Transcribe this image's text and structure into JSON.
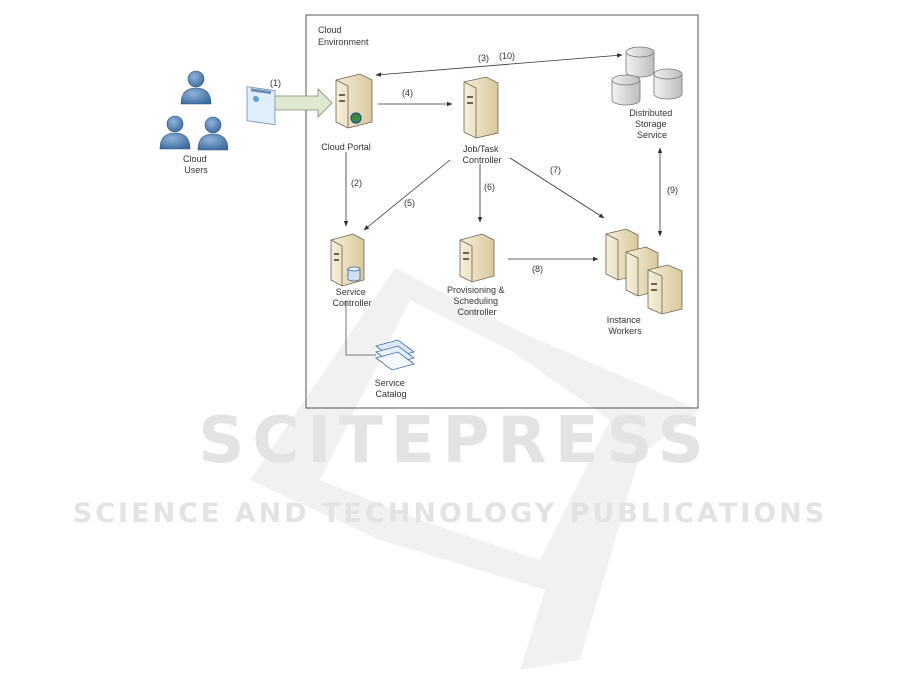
{
  "environment_title": [
    "Cloud",
    "Environment"
  ],
  "nodes": {
    "cloud_users": [
      "Cloud",
      "Users"
    ],
    "cloud_portal": [
      "Cloud Portal"
    ],
    "job_task_controller": [
      "Job/Task",
      "Controller"
    ],
    "distributed_storage": [
      "Distributed",
      "Storage",
      "Service"
    ],
    "service_controller": [
      "Service",
      "Controller"
    ],
    "provisioning_controller": [
      "Provisioning &",
      "Scheduling",
      "Controller"
    ],
    "instance_workers": [
      "Instance",
      "Workers"
    ],
    "service_catalog": [
      "Service",
      "Catalog"
    ]
  },
  "edges": {
    "e1": "(1)",
    "e2": "(2)",
    "e3": "(3)",
    "e4": "(4)",
    "e5": "(5)",
    "e6": "(6)",
    "e7": "(7)",
    "e8": "(8)",
    "e9": "(9)",
    "e10": "(10)"
  },
  "watermark": {
    "brand": "SCITEPRESS",
    "tagline": "SCIENCE AND TECHNOLOGY PUBLICATIONS"
  },
  "colors": {
    "server_body": "#e9dcb8",
    "server_dark": "#6e6451",
    "user_blue": "#4f7fb3",
    "watermark": "#e3e3e3",
    "arrow": "#333333"
  }
}
